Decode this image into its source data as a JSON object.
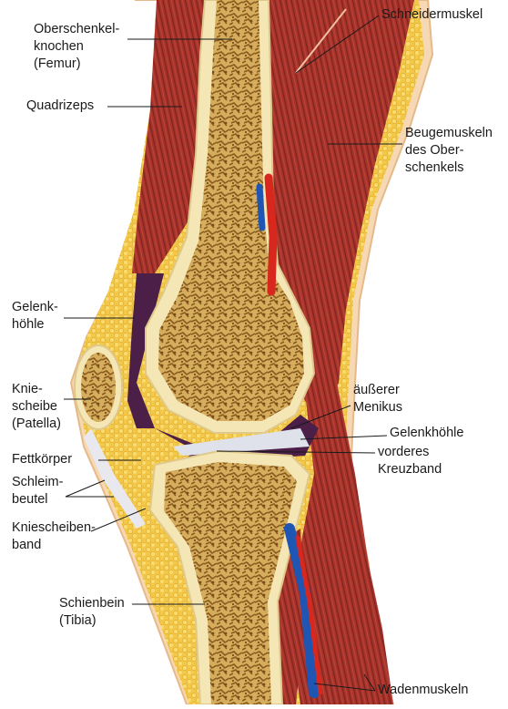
{
  "labels": {
    "femur": [
      "Oberschenkel-",
      "knochen",
      "(Femur)"
    ],
    "quadrizeps": [
      "Quadrizeps"
    ],
    "schneidermuskel": [
      "Schneidermuskel"
    ],
    "beugemuskeln": [
      "Beugemuskeln",
      "des Ober-",
      "schenkels"
    ],
    "gelenkhoehle_left": [
      "Gelenk-",
      "höhle"
    ],
    "patella": [
      "Knie-",
      "scheibe",
      "(Patella)"
    ],
    "fettkoerper": [
      "Fettkörper"
    ],
    "schleimbeutel": [
      "Schleim-",
      "beutel"
    ],
    "kniescheibenband": [
      "Kniescheiben-",
      "band"
    ],
    "tibia": [
      "Schienbein",
      "(Tibia)"
    ],
    "meniskus": [
      "äußerer",
      "Menikus"
    ],
    "gelenkhoehle_right": [
      "Gelenkhöhle"
    ],
    "kreuzband": [
      "vorderes",
      "Kreuzband"
    ],
    "wadenmuskeln": [
      "Wadenmuskeln"
    ]
  },
  "colors": {
    "muscle": "#a8342c",
    "muscle_dark": "#7e231d",
    "fat": "#f3c84a",
    "skin": "#f6d9b4",
    "bone_cortex": "#f4e7b5",
    "bone_spongy": "#a9782f",
    "cavity": "#4b1f47",
    "cartilage": "#dfe2ea",
    "artery": "#d8281d",
    "vein": "#1f55b3"
  }
}
